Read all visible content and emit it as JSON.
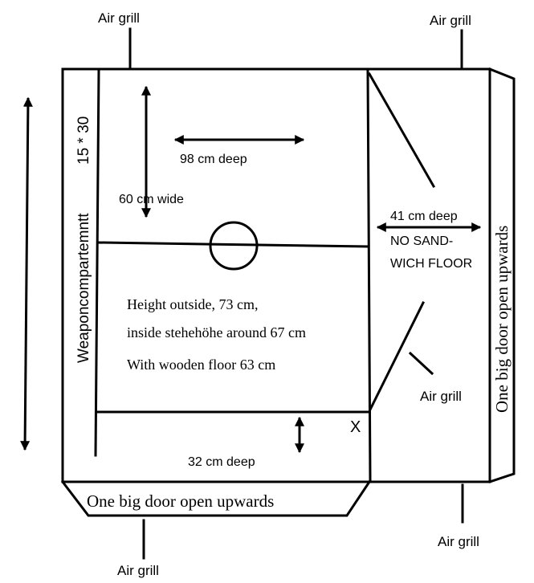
{
  "labels": {
    "air_grill_top_left": "Air grill",
    "air_grill_top_right": "Air grill",
    "air_grill_right_mid": "Air grill",
    "air_grill_bottom_left": "Air grill",
    "air_grill_bottom_right": "Air grill",
    "weapon_compartment": "Weaponcompartemntt",
    "weapon_size": "15 * 30",
    "depth_98": "98 cm deep",
    "width_60": "60 cm wide",
    "depth_41": "41 cm deep",
    "no_sandwich_line1": "NO SAND-",
    "no_sandwich_line2": "WICH FLOOR",
    "height_outside": "Height outside, 73 cm,",
    "inside_height": "inside stehehöhe around 67 cm",
    "wooden_floor": "With wooden floor 63  cm",
    "depth_32": "32 cm deep",
    "x_mark": "X",
    "door_bottom": "One big door open upwards",
    "door_right": "One big door open upwards"
  }
}
